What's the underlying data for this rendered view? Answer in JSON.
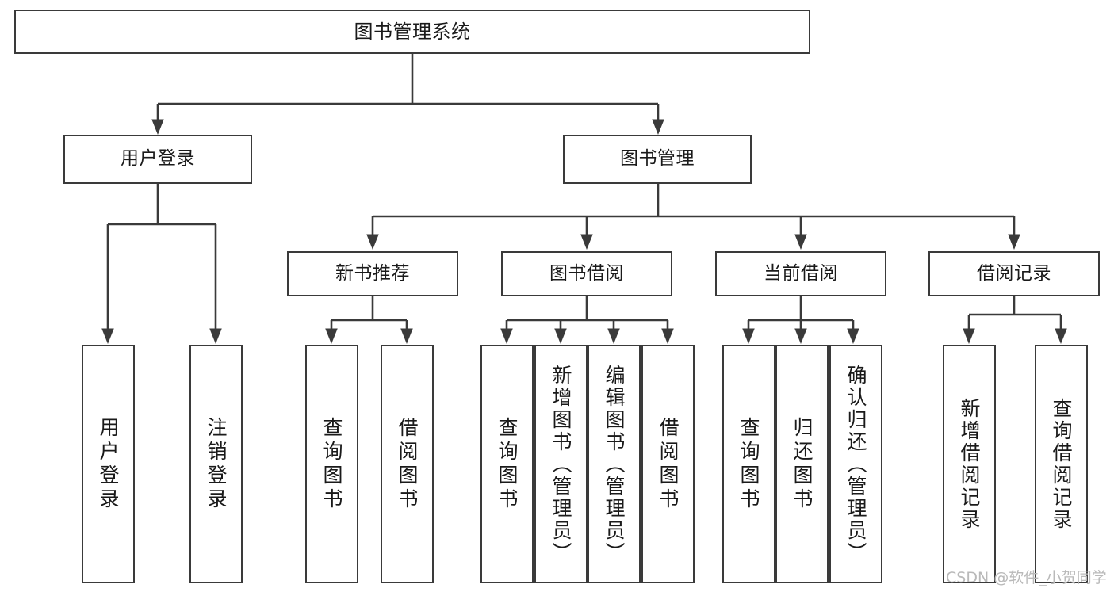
{
  "diagram": {
    "title": "图书管理系统",
    "type": "hierarchy-tree",
    "watermark": "CSDN @软件_小贺同学",
    "colors": {
      "box_border": "#3a3a3a",
      "box_fill": "#ffffff",
      "connector": "#3a3a3a",
      "text": "#1a1a1a",
      "watermark": "#b9b9b9",
      "background": "#ffffff"
    },
    "levels": {
      "root": {
        "label": "图书管理系统"
      },
      "level1": [
        {
          "label": "用户登录"
        },
        {
          "label": "图书管理"
        }
      ],
      "level2": [
        {
          "label": "新书推荐"
        },
        {
          "label": "图书借阅"
        },
        {
          "label": "当前借阅"
        },
        {
          "label": "借阅记录"
        }
      ],
      "leaves": [
        {
          "label": "用户登录",
          "parent": "用户登录"
        },
        {
          "label": "注销登录",
          "parent": "用户登录"
        },
        {
          "label": "查询图书",
          "parent": "新书推荐"
        },
        {
          "label": "借阅图书",
          "parent": "新书推荐"
        },
        {
          "label": "查询图书",
          "parent": "图书借阅"
        },
        {
          "label": "新增图书（管理员）",
          "parent": "图书借阅"
        },
        {
          "label": "编辑图书（管理员）",
          "parent": "图书借阅"
        },
        {
          "label": "借阅图书",
          "parent": "图书借阅"
        },
        {
          "label": "查询图书",
          "parent": "当前借阅"
        },
        {
          "label": "归还图书",
          "parent": "当前借阅"
        },
        {
          "label": "确认归还（管理员）",
          "parent": "当前借阅"
        },
        {
          "label": "新增借阅记录",
          "parent": "借阅记录"
        },
        {
          "label": "查询借阅记录",
          "parent": "借阅记录"
        }
      ]
    }
  }
}
